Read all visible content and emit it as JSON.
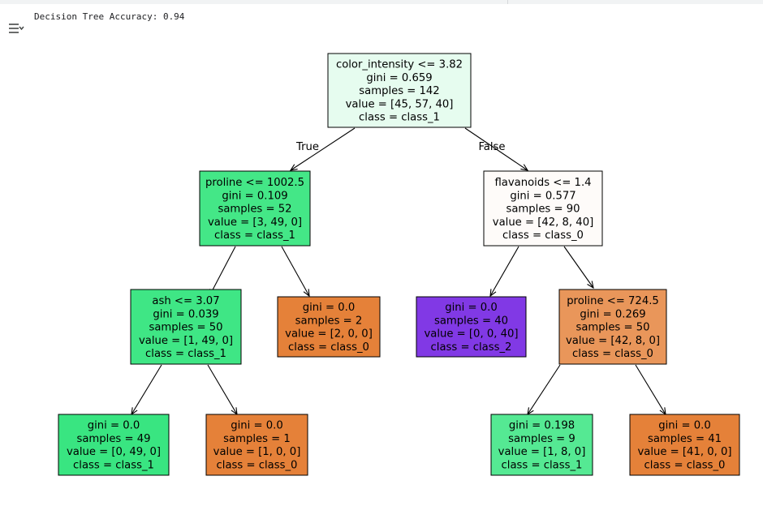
{
  "output": {
    "accuracy_text": "Decision Tree Accuracy: 0.94",
    "icon": "output-toggle-icon"
  },
  "tree": {
    "edge_labels": {
      "true_label": "True",
      "false_label": "False"
    },
    "nodes": [
      {
        "id": "root",
        "fill": "#e6fcef",
        "lines": [
          "color_intensity <= 3.82",
          "gini = 0.659",
          "samples = 142",
          "value = [45, 57, 40]",
          "class = class_1"
        ]
      },
      {
        "id": "proline-1002",
        "fill": "#44e787",
        "lines": [
          "proline <= 1002.5",
          "gini = 0.109",
          "samples = 52",
          "value = [3, 49, 0]",
          "class = class_1"
        ]
      },
      {
        "id": "flavanoids-1-4",
        "fill": "#fefbf9",
        "lines": [
          "flavanoids <= 1.4",
          "gini = 0.577",
          "samples = 90",
          "value = [42, 8, 40]",
          "class = class_0"
        ]
      },
      {
        "id": "ash-3-07",
        "fill": "#3fe685",
        "lines": [
          "ash <= 3.07",
          "gini = 0.039",
          "samples = 50",
          "value = [1, 49, 0]",
          "class = class_1"
        ]
      },
      {
        "id": "leaf-2-0-0",
        "fill": "#e58139",
        "lines": [
          "gini = 0.0",
          "samples = 2",
          "value = [2, 0, 0]",
          "class = class_0"
        ]
      },
      {
        "id": "leaf-0-0-40",
        "fill": "#8139e5",
        "lines": [
          "gini = 0.0",
          "samples = 40",
          "value = [0, 0, 40]",
          "class = class_2"
        ]
      },
      {
        "id": "proline-724",
        "fill": "#e9965a",
        "lines": [
          "proline <= 724.5",
          "gini = 0.269",
          "samples = 50",
          "value = [42, 8, 0]",
          "class = class_0"
        ]
      },
      {
        "id": "leaf-0-49-0",
        "fill": "#39e581",
        "lines": [
          "gini = 0.0",
          "samples = 49",
          "value = [0, 49, 0]",
          "class = class_1"
        ]
      },
      {
        "id": "leaf-1-0-0",
        "fill": "#e58139",
        "lines": [
          "gini = 0.0",
          "samples = 1",
          "value = [1, 0, 0]",
          "class = class_0"
        ]
      },
      {
        "id": "leaf-1-8-0",
        "fill": "#55e993",
        "lines": [
          "gini = 0.198",
          "samples = 9",
          "value = [1, 8, 0]",
          "class = class_1"
        ]
      },
      {
        "id": "leaf-41-0-0",
        "fill": "#e58139",
        "lines": [
          "gini = 0.0",
          "samples = 41",
          "value = [41, 0, 0]",
          "class = class_0"
        ]
      }
    ]
  }
}
